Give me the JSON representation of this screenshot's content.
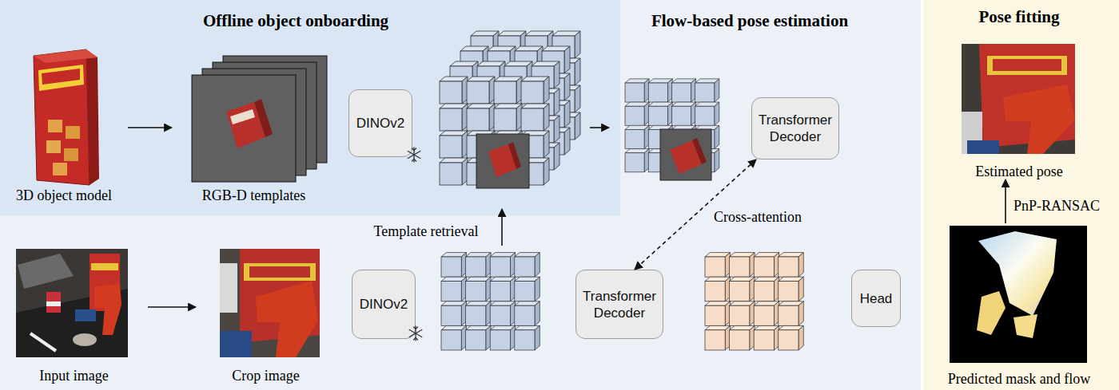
{
  "diagram": {
    "nodes": [
      {
        "text": [
          "Flow-based pose estimation"
        ]
      },
      {
        "text": [
          "Offline object onboarding"
        ],
        "in": 0
      },
      {
        "text": [
          "3D object model"
        ],
        "in": 1
      },
      {
        "text": [
          "RGB-D templates"
        ],
        "in": 1
      },
      {
        "text": [
          "DINOv2"
        ],
        "in": 1
      },
      {
        "text": [
          "Transformer Decoder"
        ],
        "in": 0
      },
      {
        "text": [
          "Input image"
        ],
        "in": 0
      },
      {
        "text": [
          "Crop image"
        ],
        "in": 0
      },
      {
        "text": [
          "DINOv2"
        ],
        "in": 0
      },
      {
        "text": [
          "Transformer Decoder"
        ],
        "in": 0
      },
      {
        "text": [
          "Head"
        ],
        "in": 0
      },
      {
        "text": [
          "Pose fitting"
        ]
      },
      {
        "text": [
          "Estimated pose"
        ],
        "in": 11
      },
      {
        "text": [
          "Predicted mask and flow"
        ],
        "in": 11
      }
    ],
    "edges": [
      {
        "from": 2,
        "to": 3,
        "arrow": "to"
      },
      {
        "from": 6,
        "to": 7,
        "arrow": "to"
      },
      {
        "from": 5,
        "to": 9,
        "arrow": "both",
        "label": "Cross-attention"
      },
      {
        "from": 13,
        "to": 12,
        "arrow": "to",
        "label": "PnP-RANSAC"
      }
    ],
    "labels": [
      "Template retrieval"
    ]
  }
}
